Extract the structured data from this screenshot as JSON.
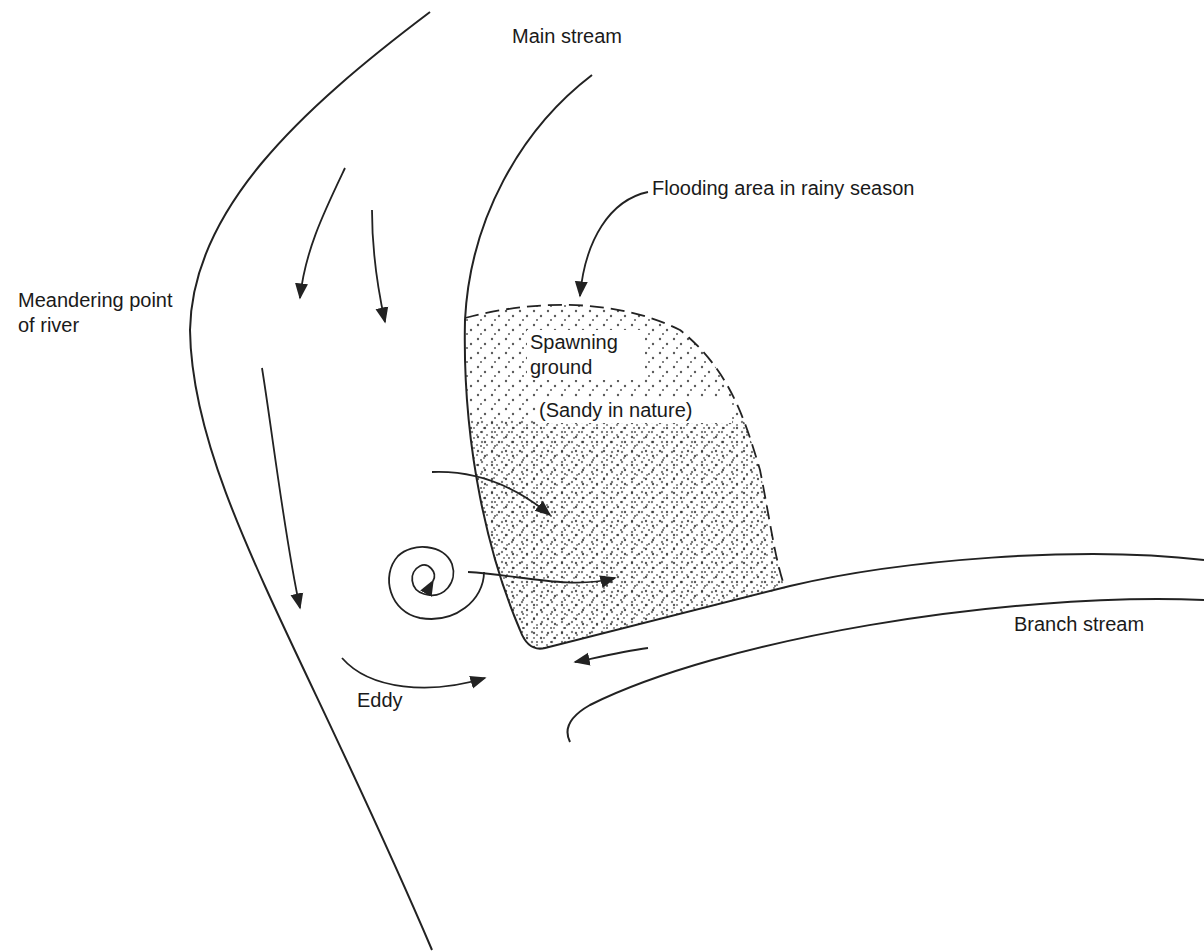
{
  "diagram": {
    "labels": [
      "Main stream",
      "Flooding area in rainy season",
      "Meandering point of river",
      "Spawning ground",
      "(Sandy in nature)",
      "Eddy",
      "Branch stream"
    ]
  }
}
